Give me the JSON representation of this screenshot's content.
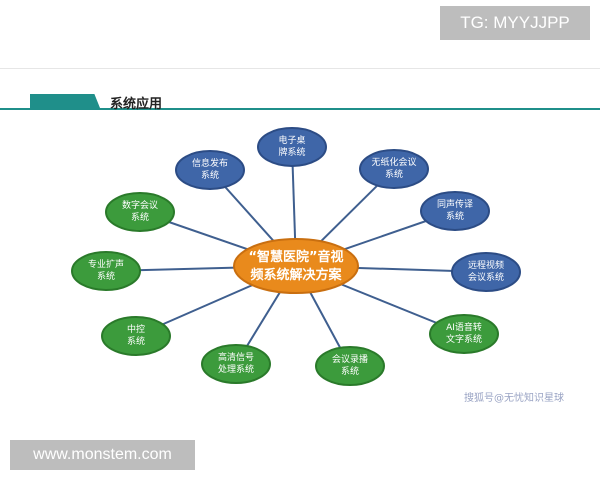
{
  "watermark_top": "TG: MYYJJPP",
  "watermark_bottom": "www.monstem.com",
  "watermark_sohu": "搜狐号@无忧知识星球",
  "section_title": "系统应用",
  "colors": {
    "teal": "#1f8f8a",
    "blue": "#3f66a8",
    "green": "#3c9b3c",
    "orange": "#e98a1c"
  },
  "center": {
    "line1": "“智慧医院”音视",
    "line2": "频系统解决方案"
  },
  "nodes": [
    {
      "id": "electronic-nameplate",
      "line1": "电子桌",
      "line2": "牌系统",
      "color": "blue"
    },
    {
      "id": "paperless-meeting",
      "line1": "无纸化会议",
      "line2": "系统",
      "color": "blue"
    },
    {
      "id": "simultaneous-interpretation",
      "line1": "同声传译",
      "line2": "系统",
      "color": "blue"
    },
    {
      "id": "remote-video-conference",
      "line1": "远程视频",
      "line2": "会议系统",
      "color": "blue"
    },
    {
      "id": "ai-speech-to-text",
      "line1": "AI语音转",
      "line2": "文字系统",
      "color": "green"
    },
    {
      "id": "meeting-recording",
      "line1": "会议录播",
      "line2": "系统",
      "color": "green"
    },
    {
      "id": "hd-signal-processing",
      "line1": "高清信号",
      "line2": "处理系统",
      "color": "green"
    },
    {
      "id": "central-control",
      "line1": "中控",
      "line2": "系统",
      "color": "green"
    },
    {
      "id": "pa-system",
      "line1": "专业扩声",
      "line2": "系统",
      "color": "green"
    },
    {
      "id": "digital-conference",
      "line1": "数字会议",
      "line2": "系统",
      "color": "green"
    },
    {
      "id": "information-release",
      "line1": "信息发布",
      "line2": "系统",
      "color": "blue"
    }
  ]
}
